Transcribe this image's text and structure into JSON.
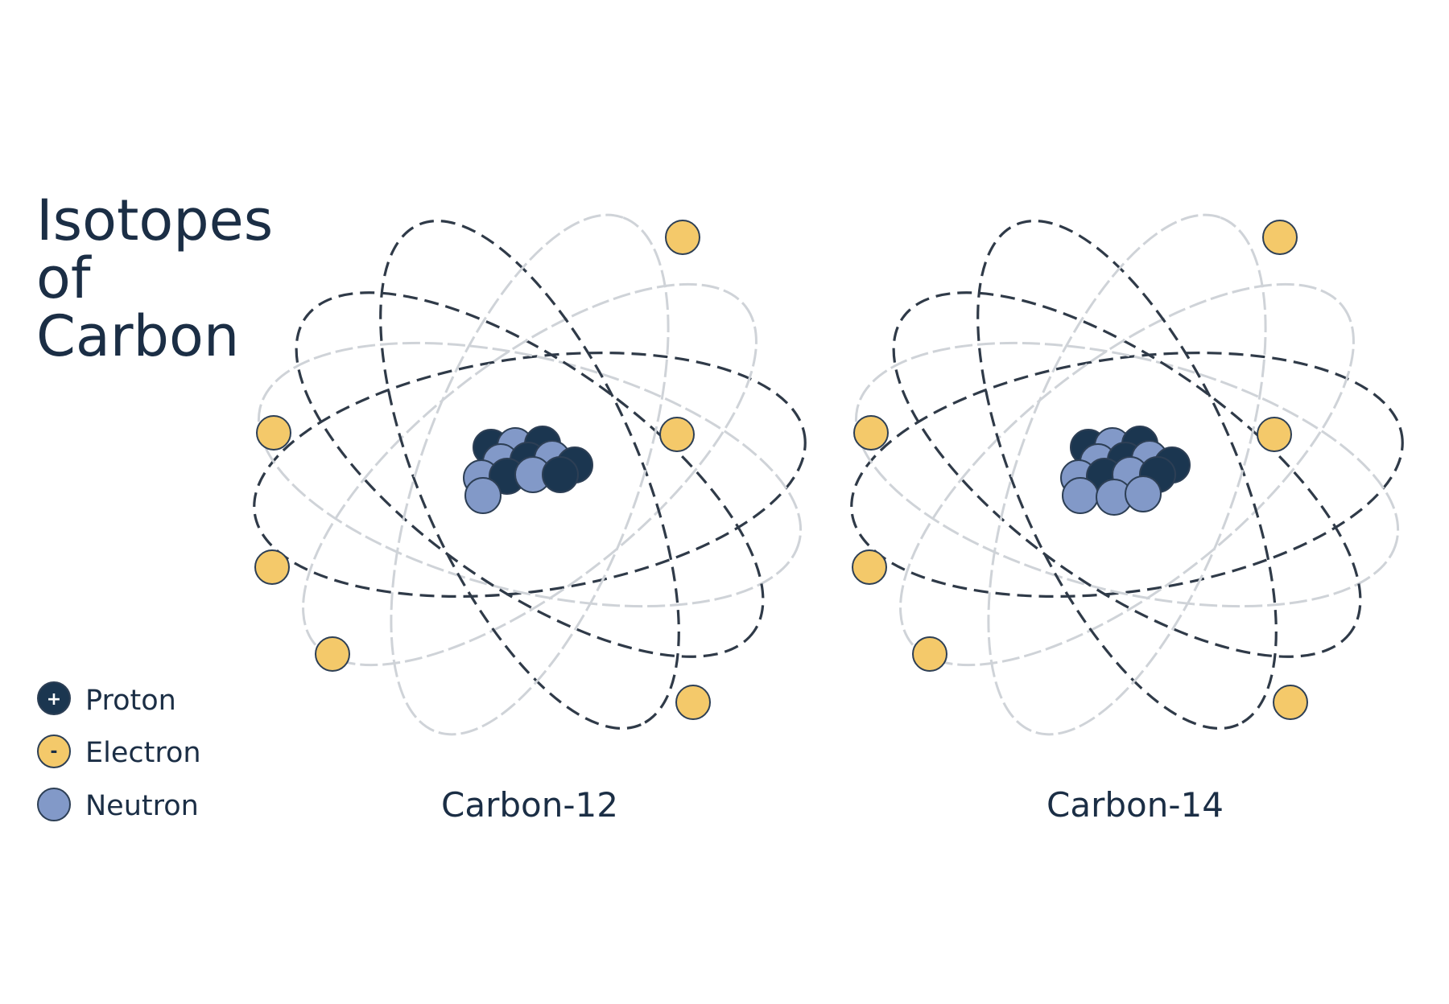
{
  "title": {
    "lines": [
      "Isotopes",
      "of",
      "Carbon"
    ]
  },
  "legend": [
    {
      "key": "proton",
      "label": "Proton",
      "symbol": "+"
    },
    {
      "key": "electron",
      "label": "Electron",
      "symbol": "-"
    },
    {
      "key": "neutron",
      "label": "Neutron",
      "symbol": ""
    }
  ],
  "atoms": [
    {
      "label": "Carbon-12",
      "protons": 6,
      "neutrons": 6,
      "electrons": 6
    },
    {
      "label": "Carbon-14",
      "protons": 6,
      "neutrons": 8,
      "electrons": 6
    }
  ],
  "colors": {
    "proton": "#1b3650",
    "electron": "#f4c96a",
    "neutron": "#8299c8",
    "particle_outline": "#2d3f55",
    "orbit_dark": "#2f3a48",
    "orbit_light": "#cfd3d8",
    "text": "#1b2e45"
  }
}
